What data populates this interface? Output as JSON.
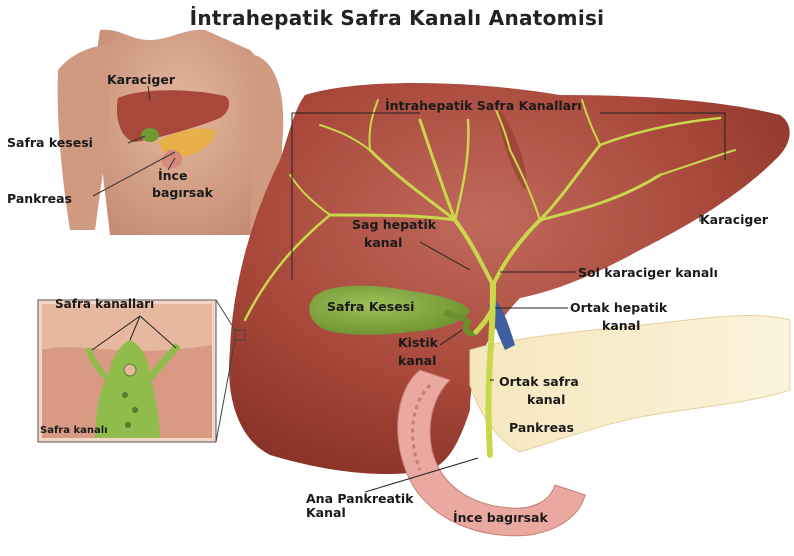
{
  "title": "İntrahepatik Safra Kanalı Anatomisi",
  "torso": {
    "liver": "Karaciger",
    "gallbladder": "Safra kesesi",
    "pancreas": "Pankreas",
    "small_intestine_1": "İnce",
    "small_intestine_2": "bagırsak"
  },
  "inset": {
    "ducts": "Safra kanalları",
    "duct": "Safra kanalı"
  },
  "main": {
    "intrahepatic_ducts": "İntrahepatik Safra Kanalları",
    "liver": "Karaciger",
    "right_hepatic_1": "Sag hepatik",
    "right_hepatic_2": "kanal",
    "left_hepatic": "Sol karaciger kanalı",
    "gallbladder": "Safra Kesesi",
    "common_hepatic_1": "Ortak hepatik",
    "common_hepatic_2": "kanal",
    "cystic_1": "Kistik",
    "cystic_2": "kanal",
    "common_bile_1": "Ortak safra",
    "common_bile_2": "kanal",
    "pancreas": "Pankreas",
    "pancreatic_duct_1": "Ana Pankreatik",
    "pancreatic_duct_2": "Kanal",
    "small_intestine": "İnce bagırsak"
  },
  "colors": {
    "liver": "#a8473a",
    "bile_duct": "#c8d84a",
    "gallbladder": "#7fa53c",
    "pancreas": "#f3e3b4",
    "intestine": "#e9a9a0",
    "skin": "#d6a48a"
  }
}
